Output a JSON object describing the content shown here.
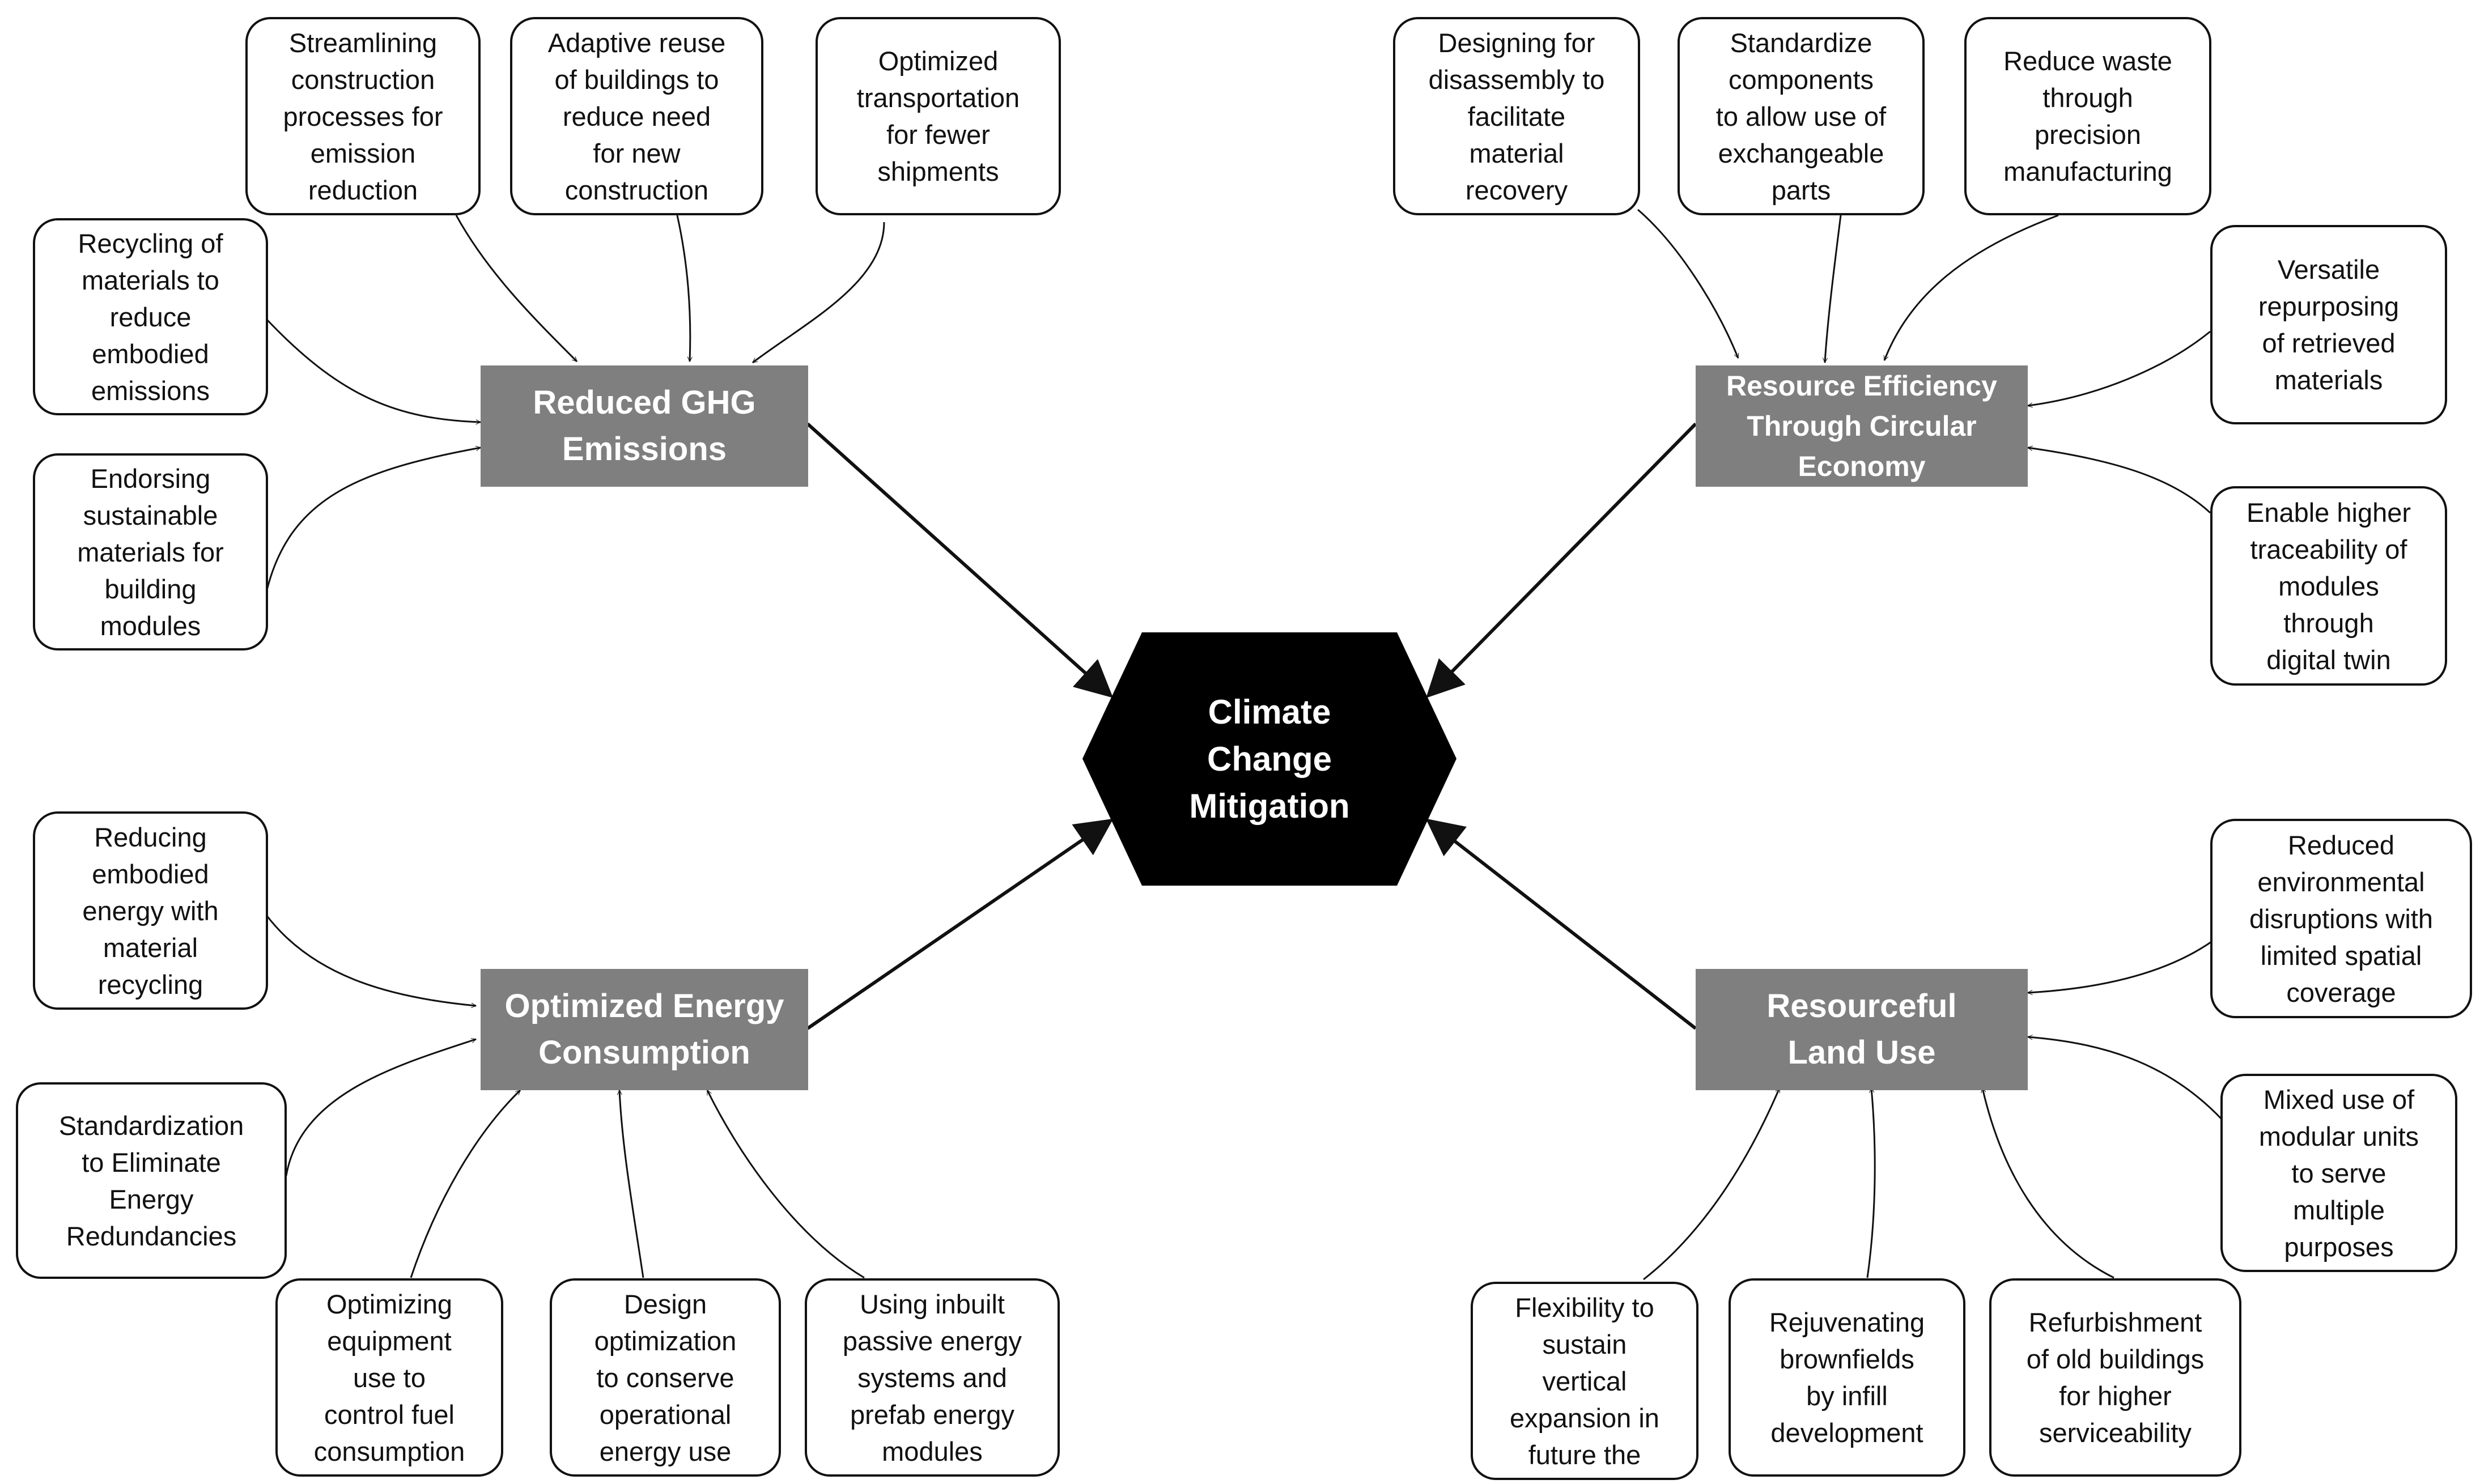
{
  "center": {
    "label": "Climate\nChange\nMitigation"
  },
  "hubs": {
    "ghg": "Reduced GHG\nEmissions",
    "resource": "Resource Efficiency\nThrough Circular\nEconomy",
    "energy": "Optimized Energy\nConsumption",
    "land": "Resourceful\nLand Use"
  },
  "leaves": {
    "ghg_streamlining": "Streamlining\nconstruction\nprocesses for\nemission\nreduction",
    "ghg_adaptive_reuse": "Adaptive reuse\nof buildings to\nreduce need\nfor new\nconstruction",
    "ghg_transportation": "Optimized\ntransportation\nfor fewer\nshipments",
    "ghg_recycling": "Recycling of\nmaterials to\nreduce\nembodied\nemissions",
    "ghg_sustainable_materials": "Endorsing\nsustainable\nmaterials for\nbuilding\nmodules",
    "res_disassembly": "Designing for\ndisassembly to\nfacilitate\nmaterial\nrecovery",
    "res_standardize": "Standardize\ncomponents\nto allow use of\nexchangeable\nparts",
    "res_waste": "Reduce waste\nthrough\nprecision\nmanufacturing",
    "res_repurposing": "Versatile\nrepurposing\nof retrieved\nmaterials",
    "res_traceability": "Enable higher\ntraceability of\nmodules\nthrough\ndigital twin",
    "en_embodied": "Reducing\nembodied\nenergy with\nmaterial\nrecycling",
    "en_standardization": "Standardization\nto Eliminate\nEnergy\nRedundancies",
    "en_equipment": "Optimizing\nequipment\nuse to\ncontrol fuel\nconsumption",
    "en_design": "Design\noptimization\nto conserve\noperational\nenergy use",
    "en_passive": "Using inbuilt\npassive energy\nsystems and\nprefab energy\nmodules",
    "land_disruptions": "Reduced\nenvironmental\ndisruptions with\nlimited spatial\ncoverage",
    "land_mixed_use": "Mixed use of\nmodular units\nto serve\nmultiple\npurposes",
    "land_flexibility": "Flexibility to\nsustain\nvertical\nexpansion in\nfuture the",
    "land_brownfields": "Rejuvenating\nbrownfields\nby infill\ndevelopment",
    "land_refurbishment": "Refurbishment\nof old buildings\nfor higher\nserviceability"
  },
  "colors": {
    "hub_fill": "#7f7f7f",
    "center_fill": "#000000",
    "leaf_border": "#111111",
    "connector": "#111111"
  }
}
